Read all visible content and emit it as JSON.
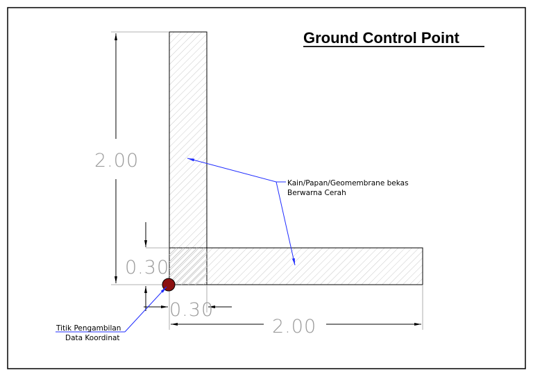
{
  "title": "Ground Control Point",
  "dimensions": {
    "vertical_total": "2.00",
    "vertical_width": "0.30",
    "horizontal_width": "0.30",
    "horizontal_total": "2.00"
  },
  "annotations": {
    "material_line1": "Kain/Papan/Geomembrane bekas",
    "material_line2": "Berwarna Cerah",
    "point_line1": "Titik Pengambilan",
    "point_line2": "Data Koordinat"
  },
  "colors": {
    "leader": "#1f2cff",
    "marker_fill": "#8b1010",
    "hatch": "#c9c9c9",
    "dimension_text": "#9a9a9a"
  }
}
